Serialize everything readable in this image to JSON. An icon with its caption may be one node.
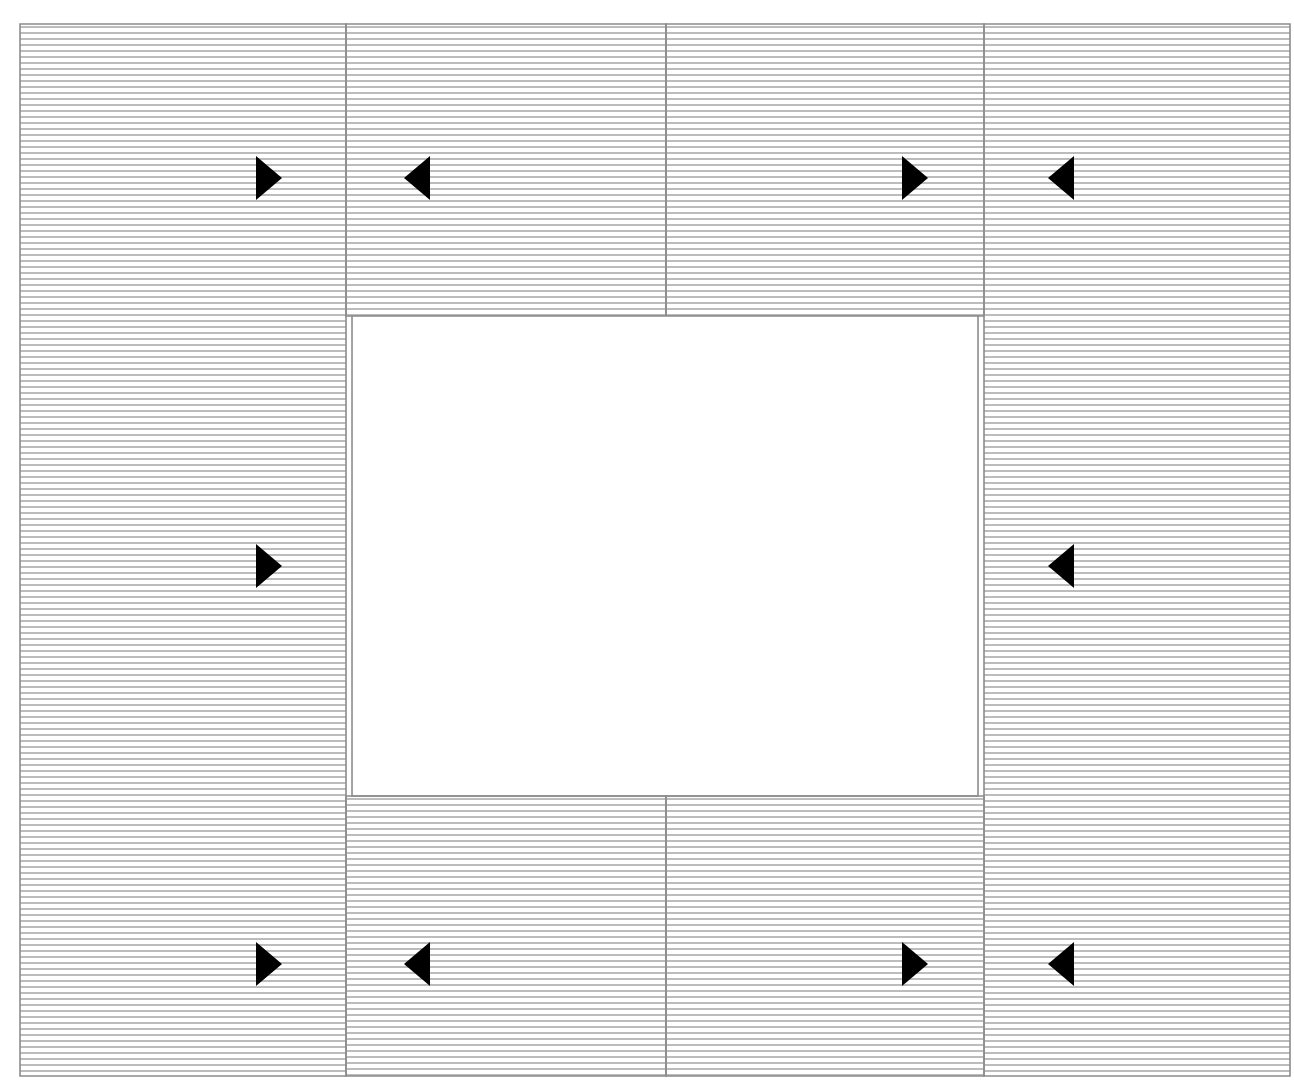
{
  "diagram": {
    "nodes": [
      {
        "text": [],
        "shape": "box"
      },
      {
        "text": [],
        "shape": "box"
      },
      {
        "text": [],
        "shape": "box"
      },
      {
        "text": [],
        "shape": "box"
      },
      {
        "text": [],
        "shape": "box"
      },
      {
        "text": [],
        "shape": "box"
      },
      {
        "text": [],
        "shape": "box"
      }
    ]
  }
}
